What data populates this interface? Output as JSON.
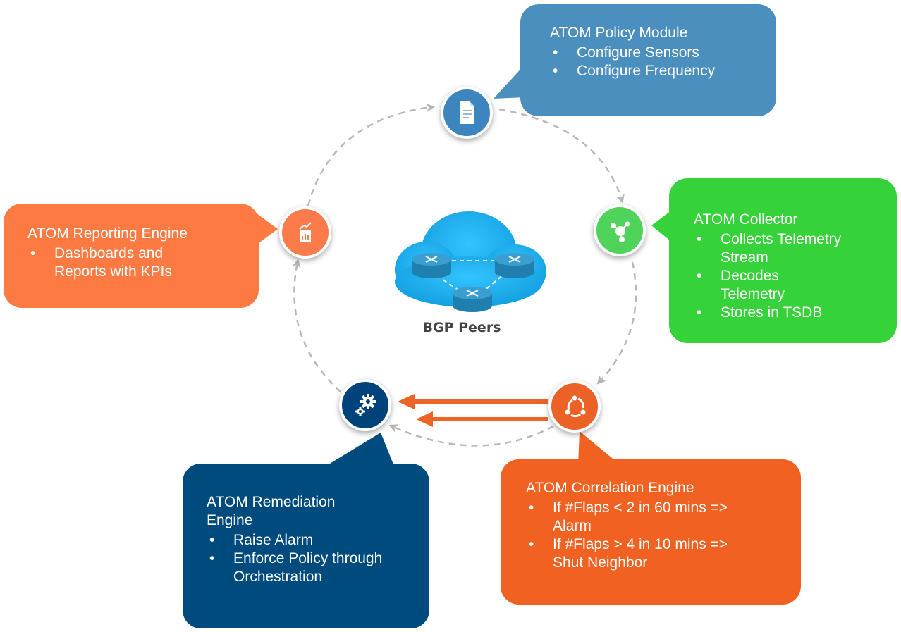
{
  "policy": {
    "title": "ATOM Policy Module",
    "items": [
      "Configure Sensors",
      "Configure Frequency"
    ],
    "color": "#4a8fbe"
  },
  "collector": {
    "title": "ATOM Collector",
    "items": [
      "Collects Telemetry Stream",
      "Decodes Telemetry",
      "Stores in TSDB"
    ],
    "color": "#36d23a"
  },
  "reporting": {
    "title": "ATOM Reporting Engine",
    "items": [
      "Dashboards and Reports with KPIs"
    ],
    "color": "#fd7a43"
  },
  "correlation": {
    "title": "ATOM Correlation Engine",
    "items": [
      "If #Flaps < 2 in 60 mins => Alarm",
      "If #Flaps > 4 in 10 mins => Shut Neighbor"
    ],
    "color": "#f06122"
  },
  "remediation": {
    "title": "ATOM Remediation Engine",
    "items": [
      "Raise Alarm",
      "Enforce Policy through Orchestration"
    ],
    "color": "#004b7d"
  },
  "center": {
    "label": "BGP Peers",
    "cloud_color": "#1fb3f2",
    "router_color": "#2b8cbf"
  },
  "icons": {
    "policy": "document-icon",
    "collector": "network-nodes-icon",
    "correlation": "cycle-icon",
    "remediation": "gears-icon",
    "reporting": "chart-icon"
  }
}
